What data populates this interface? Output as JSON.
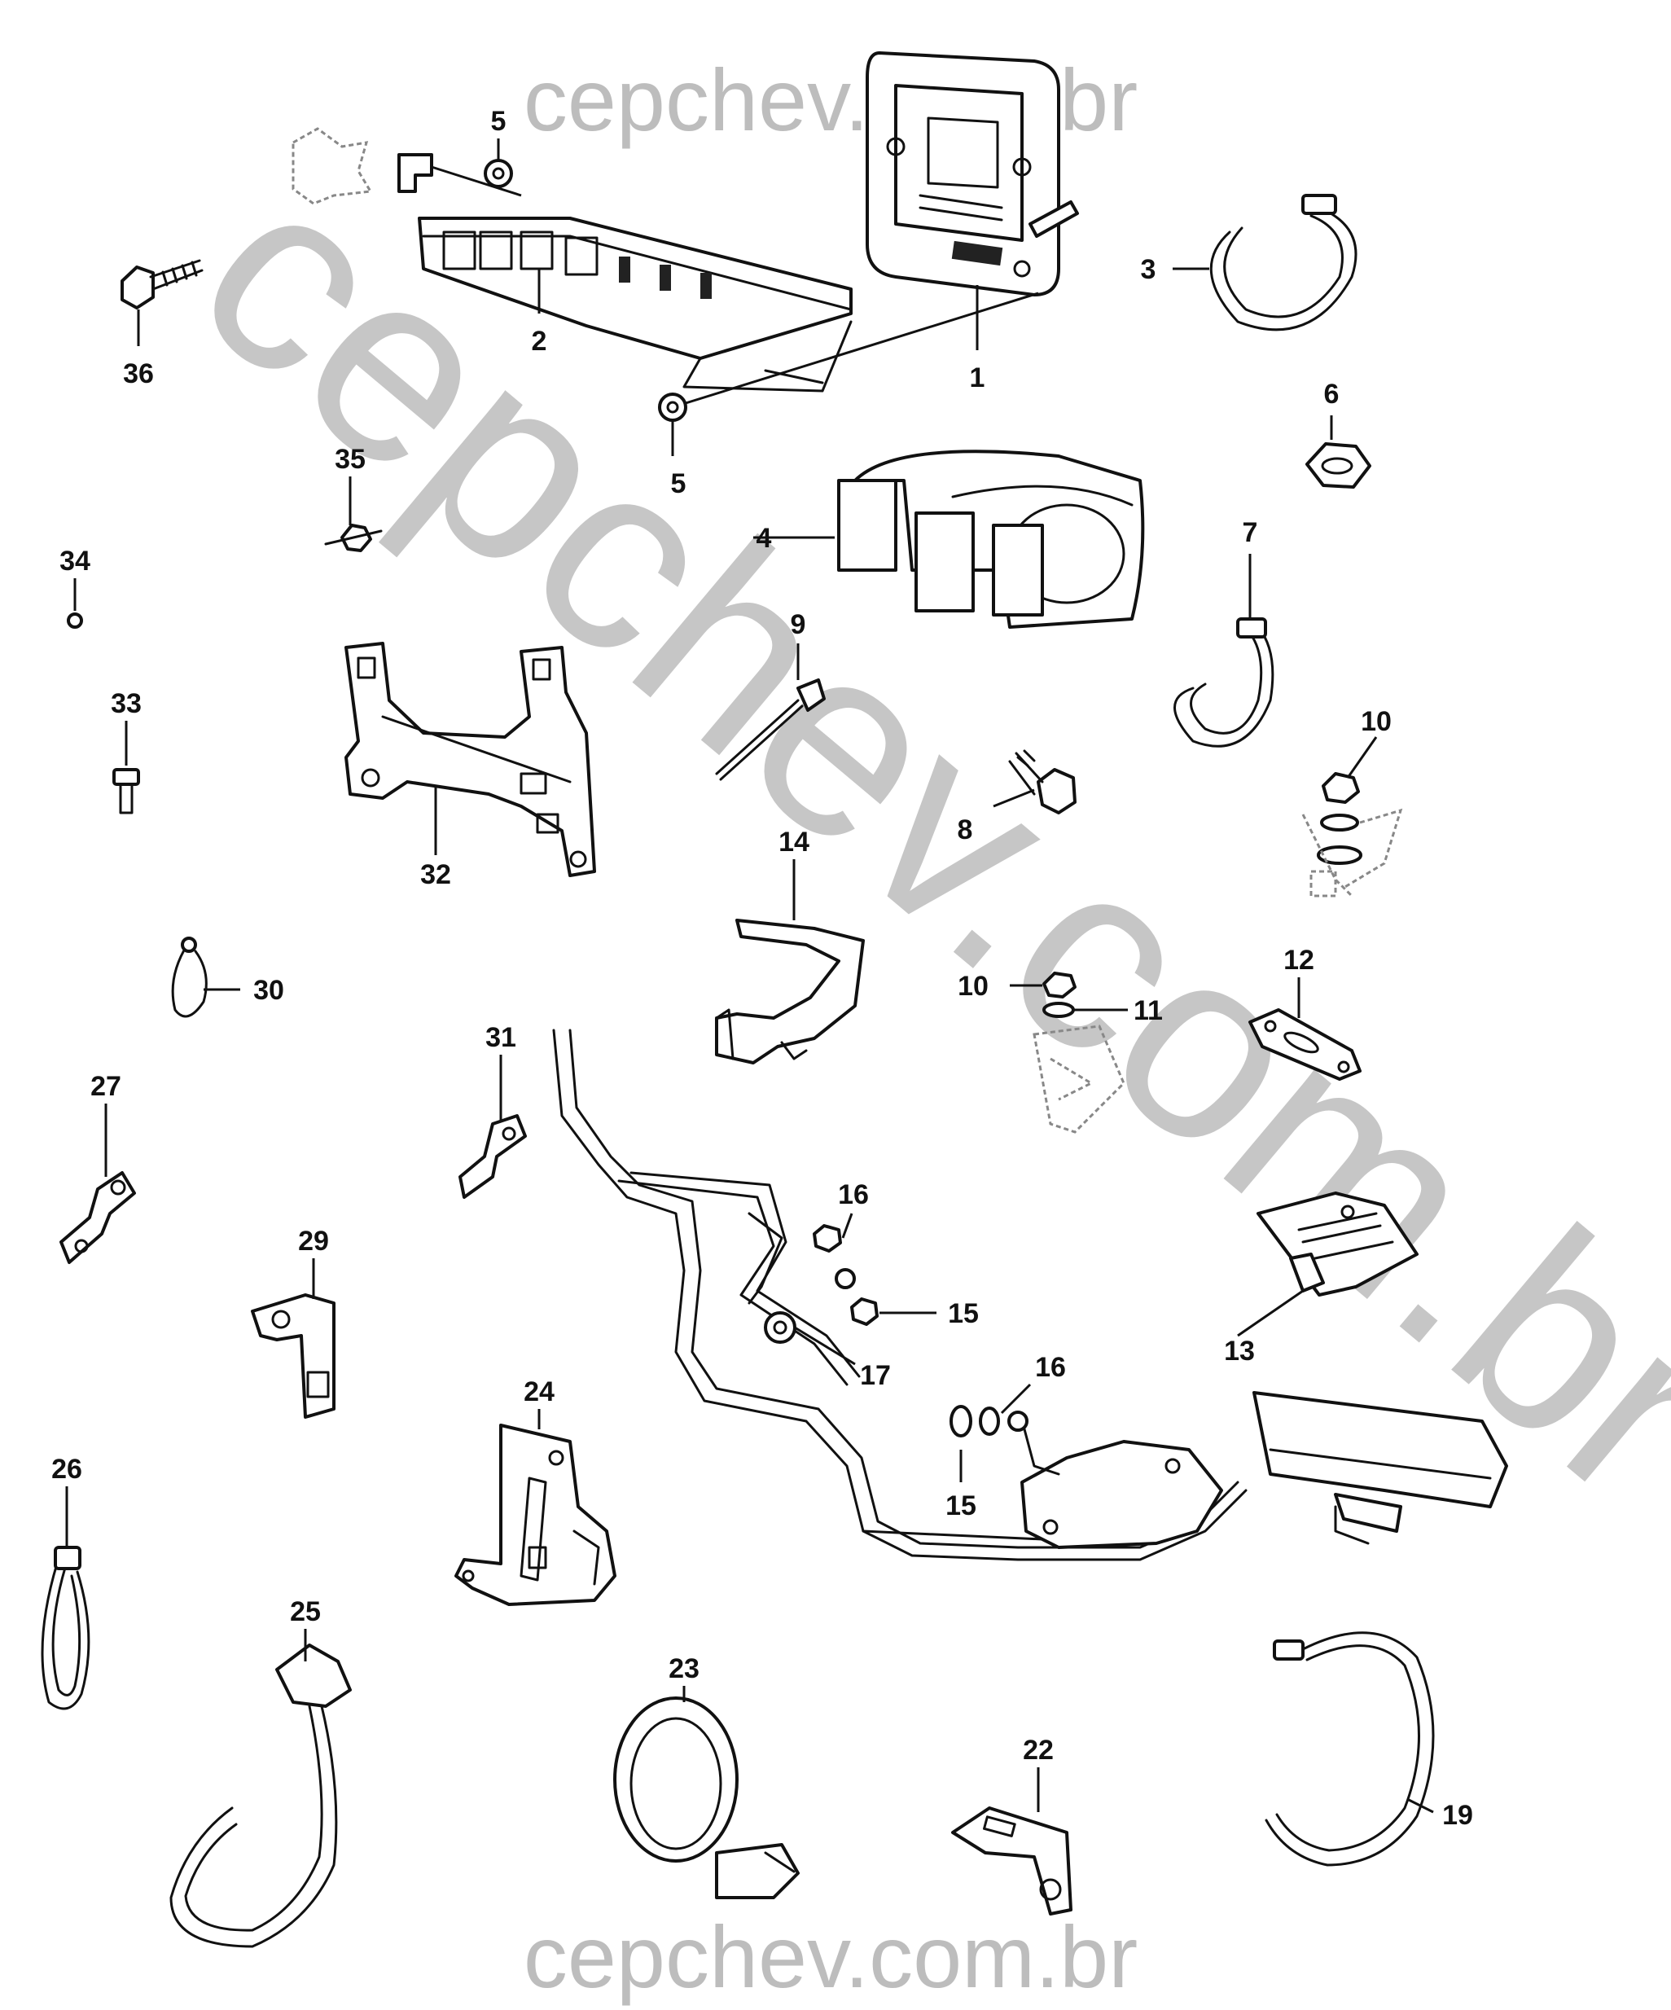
{
  "watermark": {
    "top": "cepchev.com.br",
    "bottom": "cepchev.com.br",
    "diagonal": "cepchev.com.br"
  },
  "callouts": [
    {
      "label": "1",
      "part": "fuse-relay-box"
    },
    {
      "label": "2",
      "part": "relay-bracket"
    },
    {
      "label": "3",
      "part": "cable-tie-strap"
    },
    {
      "label": "4",
      "part": "twin-clip-holder"
    },
    {
      "label": "5",
      "part": "nut-upper"
    },
    {
      "label": "5",
      "part": "nut-lower"
    },
    {
      "label": "6",
      "part": "hex-nut"
    },
    {
      "label": "7",
      "part": "cable-tie-loop"
    },
    {
      "label": "8",
      "part": "self-tapping-screw"
    },
    {
      "label": "9",
      "part": "push-pin-tie"
    },
    {
      "label": "10",
      "part": "nut-washer-upper"
    },
    {
      "label": "10",
      "part": "nut-lower"
    },
    {
      "label": "11",
      "part": "washer"
    },
    {
      "label": "12",
      "part": "slotted-strap-bracket"
    },
    {
      "label": "13",
      "part": "harness-clip-block"
    },
    {
      "label": "14",
      "part": "harness-bracket-upper"
    },
    {
      "label": "15",
      "part": "nut-right"
    },
    {
      "label": "15",
      "part": "nut-lower-center"
    },
    {
      "label": "16",
      "part": "washer-upper"
    },
    {
      "label": "16",
      "part": "washer-lower"
    },
    {
      "label": "17",
      "part": "ground-nut"
    },
    {
      "label": "19",
      "part": "large-cable-tie"
    },
    {
      "label": "22",
      "part": "angle-bracket-small"
    },
    {
      "label": "23",
      "part": "tube-clamp"
    },
    {
      "label": "24",
      "part": "harness-support-bracket"
    },
    {
      "label": "25",
      "part": "cable-tie-with-clip"
    },
    {
      "label": "26",
      "part": "cable-tie-loop-small"
    },
    {
      "label": "27",
      "part": "offset-bracket"
    },
    {
      "label": "29",
      "part": "l-bracket"
    },
    {
      "label": "30",
      "part": "small-p-clip"
    },
    {
      "label": "31",
      "part": "offset-clip"
    },
    {
      "label": "32",
      "part": "mounting-frame"
    },
    {
      "label": "33",
      "part": "bolt"
    },
    {
      "label": "34",
      "part": "small-nut"
    },
    {
      "label": "35",
      "part": "flange-nut"
    },
    {
      "label": "36",
      "part": "flange-screw"
    }
  ],
  "icons": {
    "fuse-box": "fuse-box-icon",
    "bracket": "bracket-icon",
    "tie": "cable-tie-icon",
    "nut": "nut-icon",
    "screw": "screw-icon",
    "harness": "harness-icon"
  },
  "colors": {
    "line": "#111111",
    "watermark": "#bdbdbd",
    "background": "#ffffff"
  }
}
